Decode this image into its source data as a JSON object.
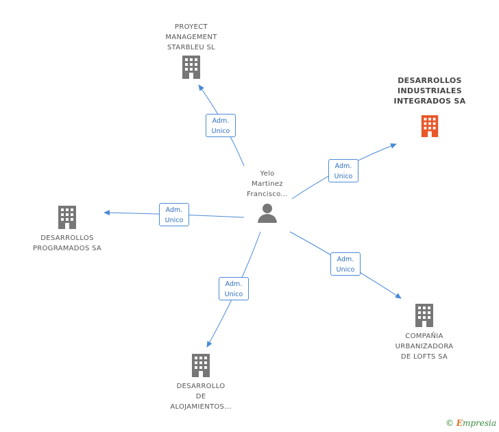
{
  "center": {
    "label": "Yelo\nMartinez\nFrancisco...",
    "icon": "person-icon"
  },
  "companies": [
    {
      "id": "proyect",
      "label": "PROYECT\nMANAGEMENT\nSTARBLEU SL",
      "icon": "building-icon",
      "color": "#777777"
    },
    {
      "id": "industriales",
      "label": "DESARROLLOS\nINDUSTRIALES\nINTEGRADOS SA",
      "icon": "building-icon",
      "color": "#e8572a",
      "highlight": true
    },
    {
      "id": "programados",
      "label": "DESARROLLOS\nPROGRAMADOS SA",
      "icon": "building-icon",
      "color": "#777777"
    },
    {
      "id": "lofts",
      "label": "COMPAÑIA\nURBANIZADORA\nDE LOFTS SA",
      "icon": "building-icon",
      "color": "#777777"
    },
    {
      "id": "alojamientos",
      "label": "DESARROLLO\nDE\nALOJAMIENTOS...",
      "icon": "building-icon",
      "color": "#777777"
    }
  ],
  "relations": [
    {
      "line1": "Adm.",
      "line2": "Unico"
    },
    {
      "line1": "Adm.",
      "line2": "Unico"
    },
    {
      "line1": "Adm.",
      "line2": "Unico"
    },
    {
      "line1": "Adm.",
      "line2": "Unico"
    },
    {
      "line1": "Adm.",
      "line2": "Unico"
    }
  ],
  "colors": {
    "edge": "#4a8ad8",
    "node": "#777777",
    "highlight": "#e8572a"
  },
  "footer": {
    "copyright": "©",
    "brand_initial": "E",
    "brand_rest": "mpresia"
  }
}
